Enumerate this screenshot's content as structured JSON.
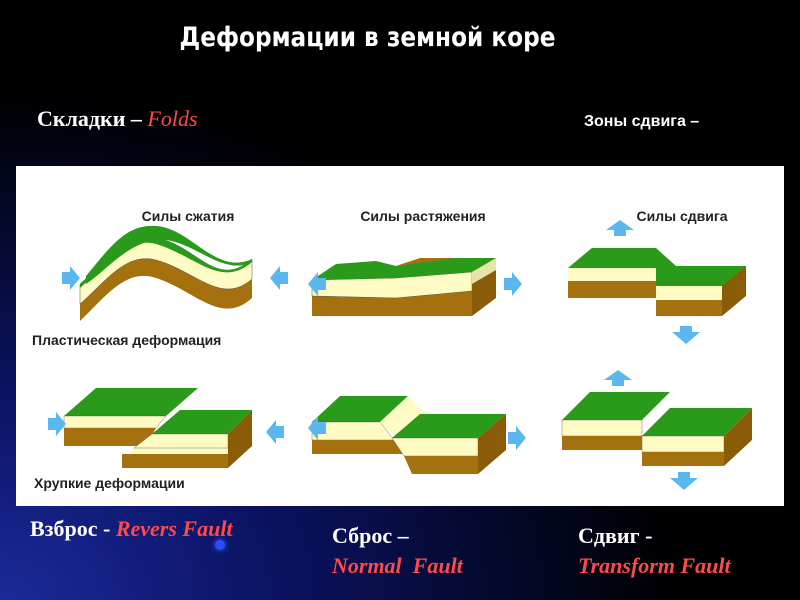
{
  "title": "Деформации в земной коре",
  "folds": {
    "ru": "Складки – ",
    "en": "Folds"
  },
  "shear_zones": "Зоны сдвига –",
  "diagram": {
    "compression": "Силы сжатия",
    "tension": "Силы растяжения",
    "shear": "Силы сдвига",
    "plastic": "Пластическая деформация",
    "brittle": "Хрупкие деформации"
  },
  "bottom": {
    "reverse": {
      "ru": "Взброс - ",
      "en": "Revers Fault"
    },
    "normal": {
      "ru": "Сброс –",
      "en": "Normal  Fault"
    },
    "transform": {
      "ru": "Сдвиг -",
      "en": "Transform Fault"
    }
  },
  "colors": {
    "green": "#2a9a1a",
    "cream": "#fffbc4",
    "brown": "#a5700e",
    "arrow": "#5ab8ee",
    "accent": "#ff4a4a"
  }
}
